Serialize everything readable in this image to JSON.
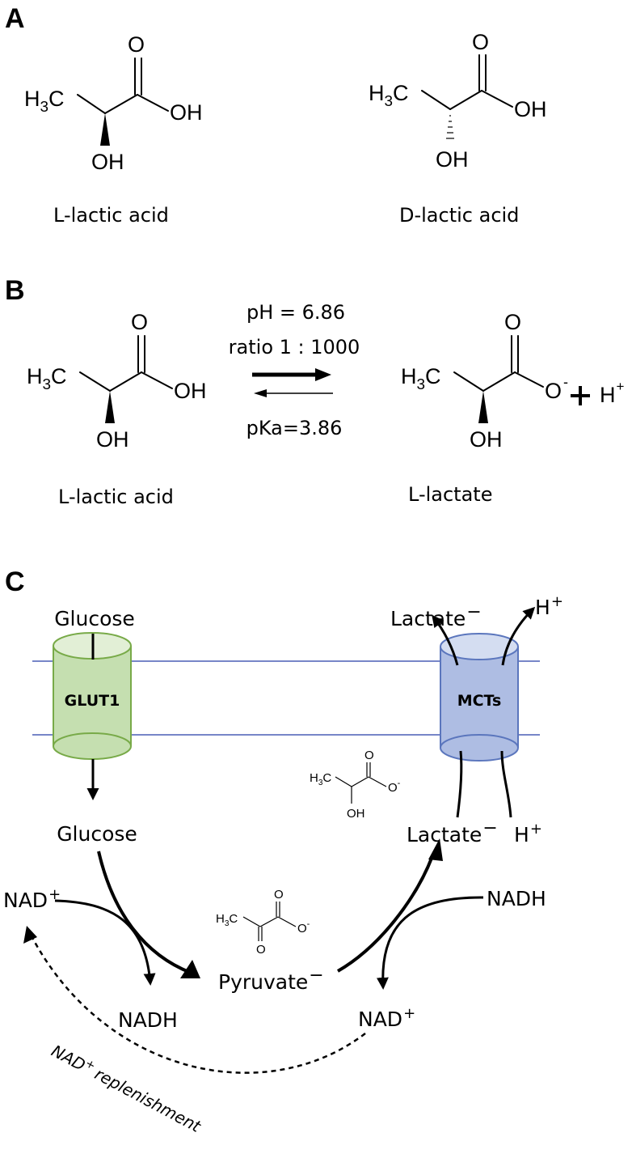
{
  "panels": {
    "a": {
      "letter": "A",
      "molecules": [
        {
          "name": "L-lactic acid",
          "methyl": "H",
          "methyl_sub": "3",
          "methyl_c": "C",
          "carbonyl": "O",
          "acid": "OH",
          "hydroxyl": "OH",
          "stereo": "wedge"
        },
        {
          "name": "D-lactic acid",
          "methyl": "H",
          "methyl_sub": "3",
          "methyl_c": "C",
          "carbonyl": "O",
          "acid": "OH",
          "hydroxyl": "OH",
          "stereo": "hash"
        }
      ]
    },
    "b": {
      "letter": "B",
      "reactant": {
        "name": "L-lactic acid",
        "methyl": "H",
        "methyl_sub": "3",
        "methyl_c": "C",
        "carbonyl": "O",
        "acid": "OH",
        "hydroxyl": "OH"
      },
      "product": {
        "name": "L-lactate",
        "methyl": "H",
        "methyl_sub": "3",
        "methyl_c": "C",
        "carbonyl": "O",
        "anion": "O",
        "charge": "-",
        "hydroxyl": "OH"
      },
      "plus": "+",
      "proton": "H",
      "proton_charge": "+",
      "conditions": {
        "ph": "pH = 6.86",
        "ratio": "ratio  1 : 1000",
        "pka": "pKa=3.86"
      }
    },
    "c": {
      "letter": "C",
      "glucose_out": "Glucose",
      "glucose_in": "Glucose",
      "glut1": "GLUT1",
      "mcts": "MCTs",
      "lactate_out": "Lactate",
      "lactate_in": "Lactate",
      "minus": "−",
      "h_out": "H",
      "h_in": "H",
      "plus_sup": "+",
      "nad_left": "NAD",
      "nadh_left": "NADH",
      "pyruvate": "Pyruvate",
      "nadh_right": "NADH",
      "nad_right": "NAD",
      "replenishment": "replenishment",
      "replenishment_prefix": "NAD",
      "small_lactate": {
        "methyl": "H",
        "sub": "3",
        "c": "C",
        "o": "O",
        "anion": "O",
        "charge": "-",
        "oh": "OH"
      },
      "small_pyruvate": {
        "methyl": "H",
        "sub": "3",
        "c": "C",
        "o1": "O",
        "o2": "O",
        "anion": "O",
        "charge": "-"
      },
      "colors": {
        "glut1_fill": "#c5dfb0",
        "glut1_top": "#e2efd6",
        "glut1_stroke": "#78aa48",
        "mcts_fill": "#aebde3",
        "mcts_top": "#d4ddf1",
        "mcts_stroke": "#5b76bd",
        "membrane": "#4a5fb5"
      }
    }
  }
}
